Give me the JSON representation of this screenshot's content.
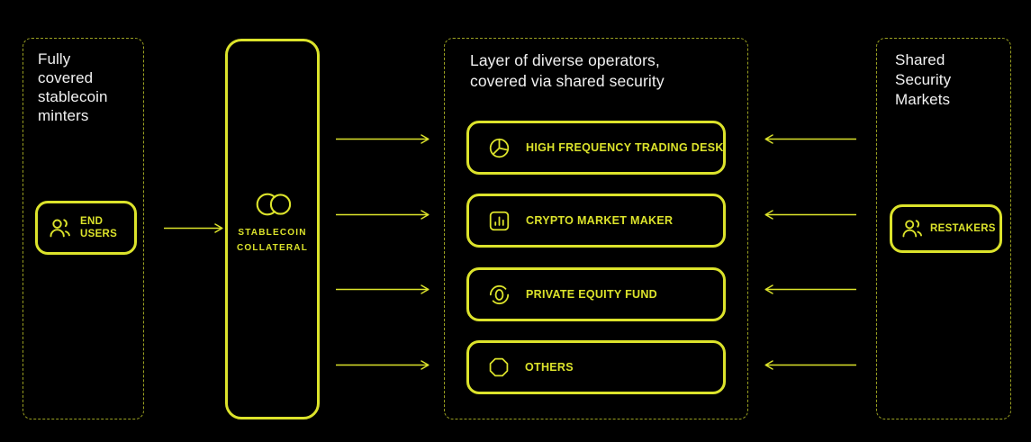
{
  "colors": {
    "background": "#000000",
    "accent": "#DCE32B",
    "dashed_border": "#9AA021",
    "title_text": "#F2F2F2"
  },
  "minters_panel": {
    "title": "Fully covered stablecoin minters",
    "node": {
      "label": "END USERS",
      "icon": "user-icon"
    }
  },
  "collateral_node": {
    "icon": "overlapping-circles-logo",
    "label_line1": "STABLECOIN",
    "label_line2": "COLLATERAL"
  },
  "operators_panel": {
    "title_line1": "Layer of diverse operators,",
    "title_line2": "covered via shared security",
    "nodes": [
      {
        "label": "HIGH FREQUENCY TRADING DESK",
        "icon": "pie-chart-icon"
      },
      {
        "label": "CRYPTO MARKET MAKER",
        "icon": "bar-chart-icon"
      },
      {
        "label": "PRIVATE EQUITY FUND",
        "icon": "coin-icon"
      },
      {
        "label": "OTHERS",
        "icon": "octagon-icon"
      }
    ]
  },
  "security_panel": {
    "title": "Shared Security Markets",
    "node": {
      "label": "RESTAKERS",
      "icon": "user-icon"
    }
  }
}
